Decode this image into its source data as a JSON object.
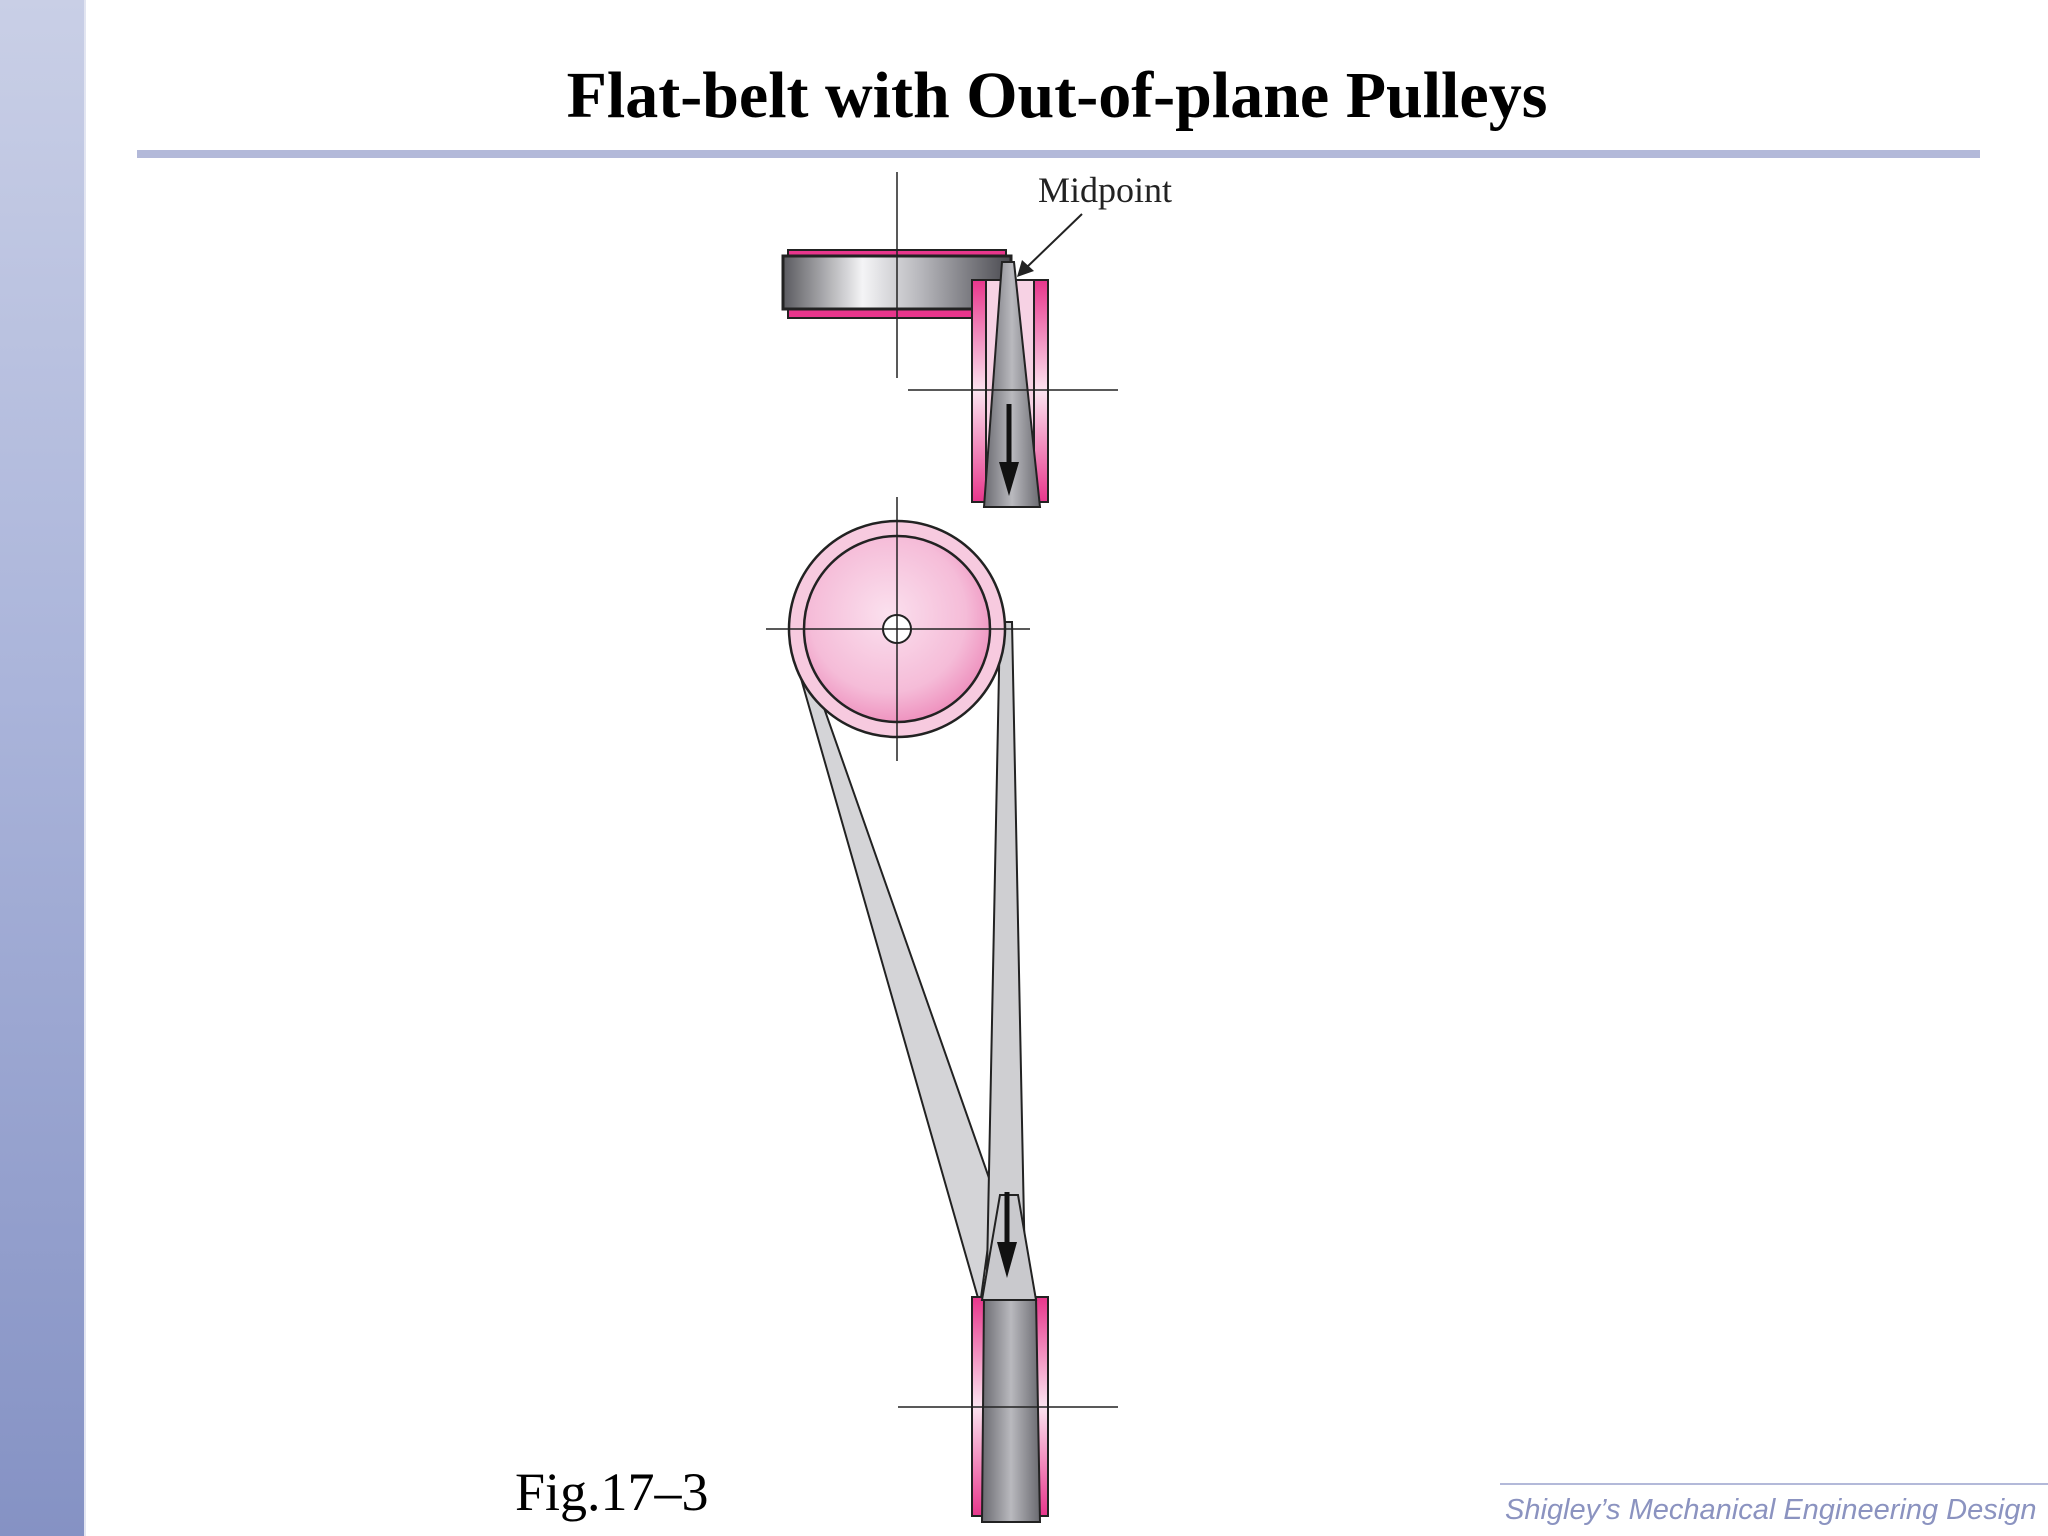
{
  "slide": {
    "title": "Flat-belt with Out-of-plane Pulleys",
    "figure_label": "Fig.17–3",
    "footer": "Shigley’s Mechanical Engineering Design"
  },
  "diagram": {
    "callout": "Midpoint"
  },
  "colors": {
    "sidebar": "#8592c4",
    "rule": "#b3b9d9",
    "pulley_pink": "#e8368c",
    "pulley_face": "#f6c2dc",
    "belt_gray": "#cfcfd2",
    "footer_text": "#8b93c0"
  }
}
